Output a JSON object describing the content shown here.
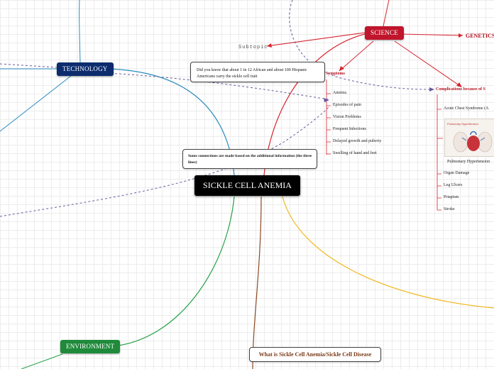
{
  "central": {
    "label": "SICKLE CELL ANEMIA"
  },
  "branches": {
    "technology": {
      "label": "TECHNOLOGY",
      "color": "#0d2c6e"
    },
    "science": {
      "label": "SCIENCE",
      "color": "#c0152b"
    },
    "environment": {
      "label": "ENVIRONMENT",
      "color": "#1e8a3a"
    }
  },
  "genetics": {
    "label": "GENETICS"
  },
  "subtopic": {
    "label": "Subtopic"
  },
  "info_box": {
    "text": "Did you know that about 1 in 12 African and about 100 Hispanic Americans carry the sickle cell trait"
  },
  "note_box": {
    "text": "Some connections are made based on the additional information (the three lines)"
  },
  "what_is": {
    "label": "What is Sickle Cell Anemia/Sickle Cell Disease"
  },
  "symptoms": {
    "title": "Symptoms",
    "items": [
      "Anemia",
      "Episodes of pain",
      "Vision Problems",
      "Frequent Infections",
      "Delayed growth and puberty",
      "Swelling of hand and feet"
    ]
  },
  "complications": {
    "title": "Complications because of S",
    "items": [
      "Acute Chest Syndrome (A",
      "Pulmonary Hypertension",
      "Organ Damage",
      "Leg Ulcers",
      "Priapism",
      "Stroke"
    ]
  },
  "thumbnail": {
    "title": "Pulmonary Hypertension"
  },
  "colors": {
    "blue_line": "#2a8cbf",
    "red_line": "#d8232f",
    "green_line": "#22a045",
    "brown_line": "#8b4a26",
    "yellow_line": "#f0b820",
    "dashed_purple": "#6a5aa0"
  }
}
